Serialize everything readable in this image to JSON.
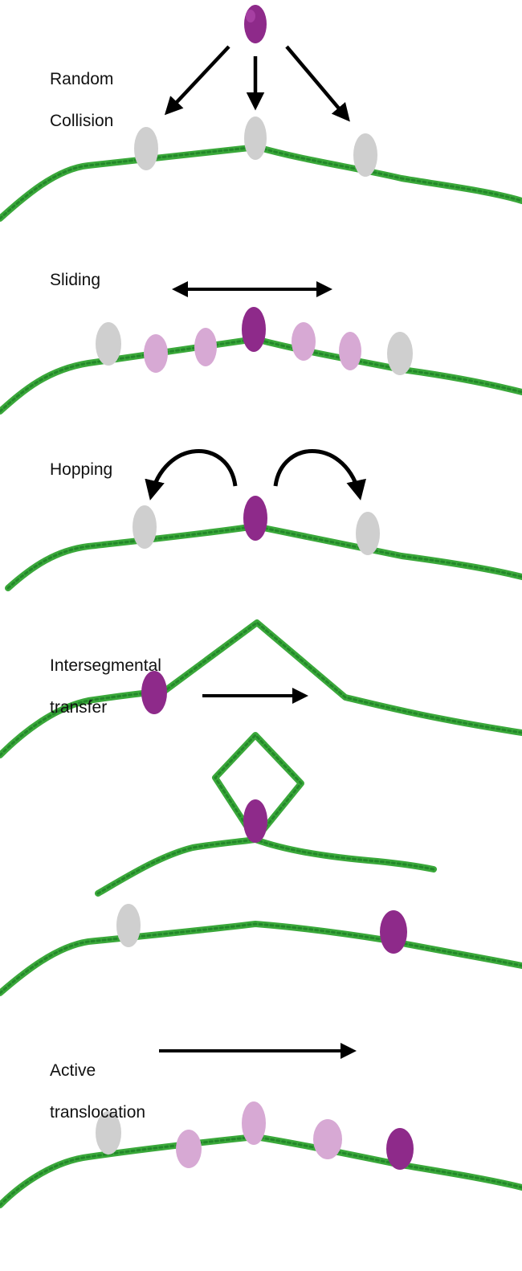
{
  "colors": {
    "dna": "#3aa83a",
    "dna_dark": "#23872a",
    "protein_active": "#8e2a8a",
    "protein_trace": "#d7a9d4",
    "protein_ghost": "#cfcfcf",
    "arrow": "#000000",
    "text": "#111111"
  },
  "panels": {
    "random_collision": {
      "label_line1": "Random",
      "label_line2": "Collision"
    },
    "sliding": {
      "label": "Sliding"
    },
    "hopping": {
      "label": "Hopping"
    },
    "intersegmental_transfer": {
      "label_line1": "Intersegmental",
      "label_line2": "transfer"
    },
    "active_translocation": {
      "label_line1": "Active",
      "label_line2": "translocation"
    }
  },
  "protein_states": [
    "active",
    "trace",
    "ghost"
  ]
}
